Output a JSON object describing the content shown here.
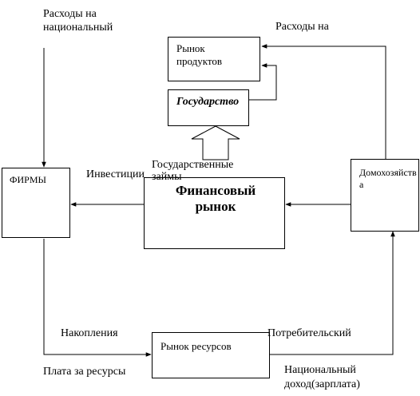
{
  "nodes": {
    "product_market": "Рынок продуктов",
    "government": "Государство",
    "financial_market": "Финансовый рынок",
    "firms": "ФИРМЫ",
    "households": "Домохозяйства",
    "resource_market": "Рынок ресурсов"
  },
  "labels": {
    "national_expenses_line1": "Расходы на",
    "national_expenses_line2": "национальный",
    "expenses_on": "Расходы на",
    "government_loans_line1": "Государственные",
    "government_loans_line2": "займы",
    "investments": "Инвестиции",
    "savings": "Накопления",
    "consumer": "Потребительский",
    "payment_for_resources": "Плата за ресурсы",
    "national_income_line1": "Национальный",
    "national_income_line2": "доход(зарплата)"
  }
}
